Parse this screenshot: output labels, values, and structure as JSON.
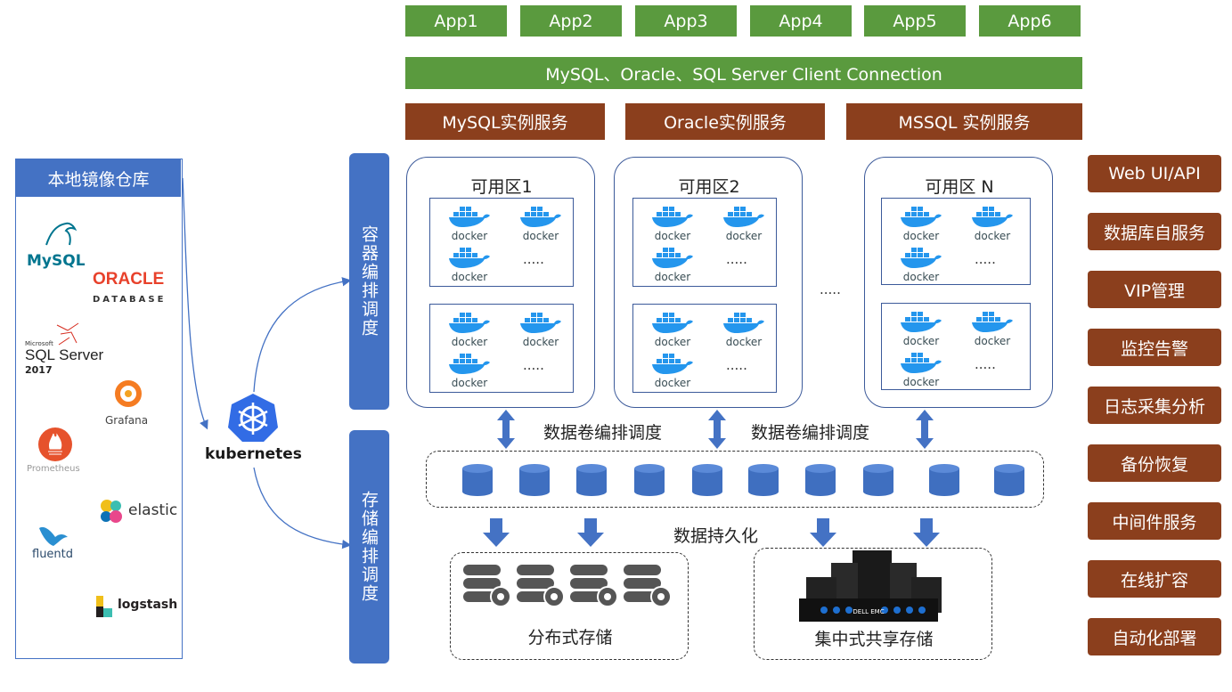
{
  "apps": [
    "App1",
    "App2",
    "App3",
    "App4",
    "App5",
    "App6"
  ],
  "client_connection": "MySQL、Oracle、SQL Server  Client Connection",
  "instance_services": [
    "MySQL实例服务",
    "Oracle实例服务",
    "MSSQL 实例服务"
  ],
  "repo": {
    "title": "本地镜像仓库",
    "logos": {
      "mysql": "MySQL",
      "oracle_line1": "ORACLE",
      "oracle_line2": "DATABASE",
      "sqlserver_small": "Microsoft",
      "sqlserver": "SQL Server",
      "sqlserver_year": "2017",
      "grafana": "Grafana",
      "prometheus": "Prometheus",
      "elastic": "elastic",
      "fluentd": "fluentd",
      "logstash": "logstash"
    }
  },
  "kubernetes_label": "kubernetes",
  "orchestration": {
    "container": "容器编排调度",
    "storage": "存储编排调度"
  },
  "zones": [
    {
      "title": "可用区1"
    },
    {
      "title": "可用区2"
    },
    {
      "title": "可用区 N"
    }
  ],
  "docker_label": "docker",
  "dots": ".....",
  "zone_gap_dots": ".....",
  "volume_labels": [
    "数据卷编排调度",
    "数据卷编排调度"
  ],
  "persistence_label": "数据持久化",
  "storage": {
    "distributed": "分布式存储",
    "centralized": "集中式共享存储",
    "array_brand": "DELL EMC"
  },
  "features": [
    "Web UI/API",
    "数据库自服务",
    "VIP管理",
    "监控告警",
    "日志采集分析",
    "备份恢复",
    "中间件服务",
    "在线扩容",
    "自动化部署"
  ],
  "colors": {
    "green": "#5a9a3e",
    "brown": "#8b3f1d",
    "blue": "#4472c4"
  }
}
